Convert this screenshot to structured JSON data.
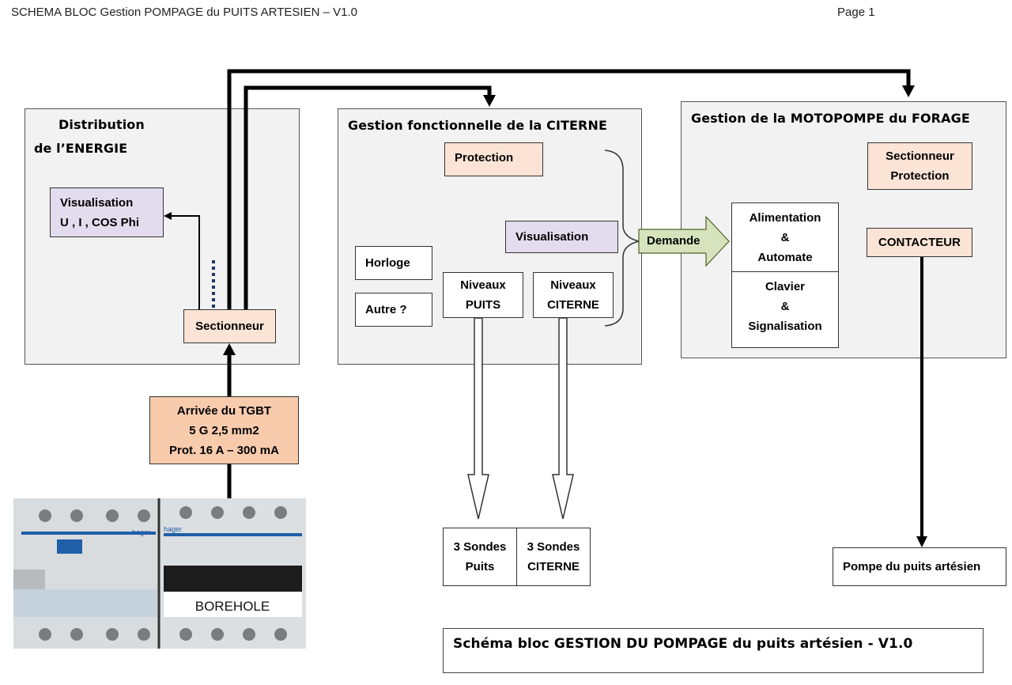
{
  "header": {
    "title": "SCHEMA BLOC Gestion POMPAGE du PUITS ARTESIEN – V1.0",
    "page": "Page 1"
  },
  "groups": {
    "energie": {
      "title_line1": "Distribution",
      "title_line2": "de l’ENERGIE",
      "visualisation_line1": "Visualisation",
      "visualisation_line2": "U , I , COS Phi",
      "sectionneur": "Sectionneur"
    },
    "citerne": {
      "title": "Gestion fonctionnelle de la CITERNE",
      "protection": "Protection",
      "visualisation": "Visualisation",
      "horloge": "Horloge",
      "autre": "Autre ?",
      "niveaux_puits_line1": "Niveaux",
      "niveaux_puits_line2": "PUITS",
      "niveaux_citerne_line1": "Niveaux",
      "niveaux_citerne_line2": "CITERNE"
    },
    "motopompe": {
      "title": "Gestion de la MOTOPOMPE du FORAGE",
      "sectionneur_line1": "Sectionneur",
      "sectionneur_line2": "Protection",
      "contacteur": "CONTACTEUR",
      "alimentation_line1": "Alimentation",
      "alimentation_line2": "&",
      "alimentation_line3": "Automate",
      "clavier_line1": "Clavier",
      "clavier_line2": "&",
      "clavier_line3": "Signalisation"
    }
  },
  "demande_arrow": "Demande",
  "tgbt": {
    "line1": "Arrivée du TGBT",
    "line2": "5 G 2,5 mm2",
    "line3": "Prot. 16 A – 300 mA"
  },
  "photo": {
    "brand": "hager",
    "label": "BOREHOLE"
  },
  "sondes": {
    "puits_line1": "3 Sondes",
    "puits_line2": "Puits",
    "citerne_line1": "3 Sondes",
    "citerne_line2": "CITERNE"
  },
  "pompe": "Pompe du puits artésien",
  "caption": "Schéma bloc GESTION DU POMPAGE du puits artésien  - V1.0",
  "colors": {
    "group_bg": "#f2f2f2",
    "peach": "#fbe4d5",
    "orange": "#f8cbad",
    "lavender": "#e3dcee",
    "demande_green": "#d6e3bc",
    "dotted_blue": "#1f3864"
  }
}
